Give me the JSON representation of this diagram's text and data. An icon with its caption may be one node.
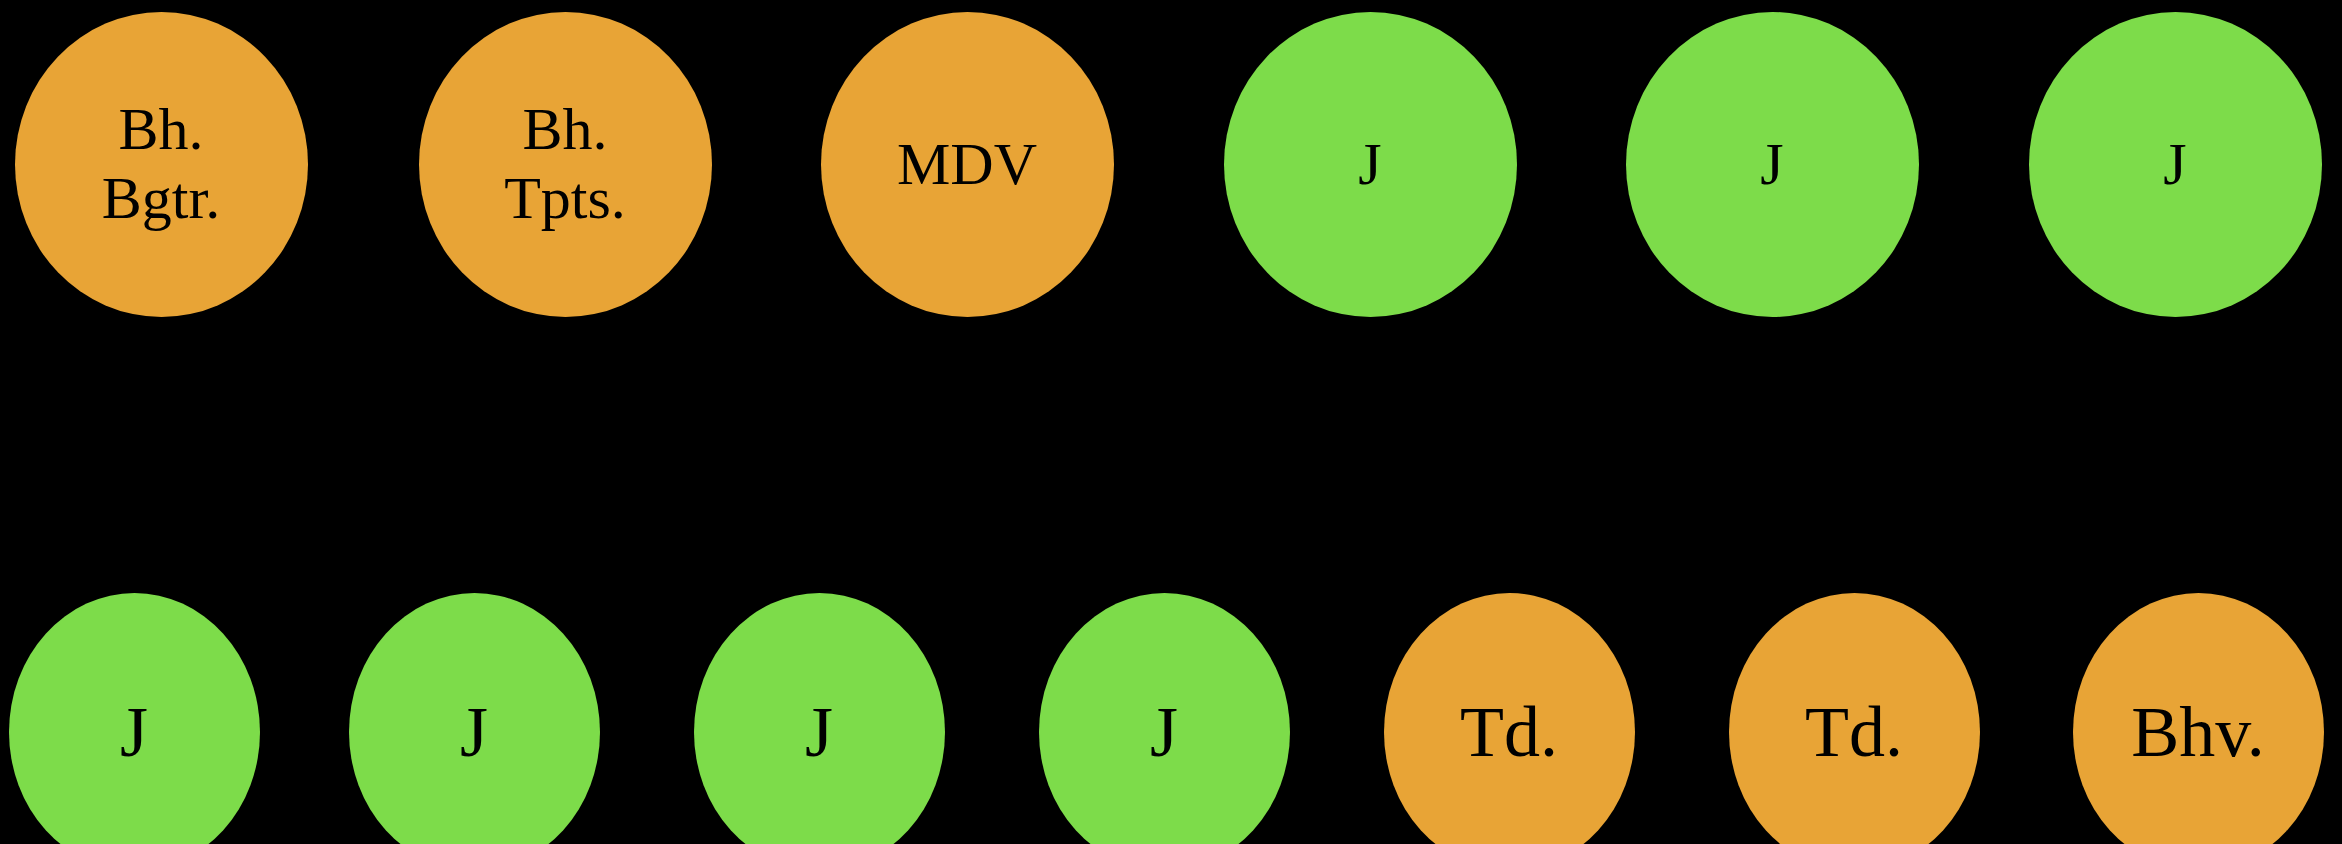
{
  "diagram": {
    "nodes": [
      {
        "text": [
          "Bh. Bgtr."
        ]
      },
      {
        "text": [
          "Bh. Tpts."
        ]
      },
      {
        "text": [
          "MDV"
        ]
      },
      {
        "text": [
          "J"
        ]
      },
      {
        "text": [
          "J"
        ]
      },
      {
        "text": [
          "J"
        ]
      },
      {
        "text": [
          "J"
        ]
      },
      {
        "text": [
          "J"
        ]
      },
      {
        "text": [
          "J"
        ]
      },
      {
        "text": [
          "J"
        ]
      },
      {
        "text": [
          "Td."
        ]
      },
      {
        "text": [
          "Td."
        ]
      },
      {
        "text": [
          "Bhv."
        ]
      }
    ]
  }
}
